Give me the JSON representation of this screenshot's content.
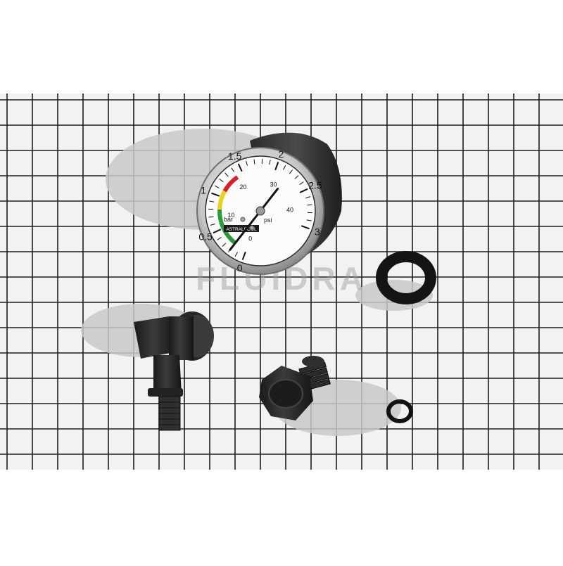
{
  "photo": {
    "watermark": "FLUIDRA",
    "background": "#ffffff",
    "grid_color": "#1e1e1e"
  },
  "gauge": {
    "bar_scale": [
      "0",
      "0.5",
      "1",
      "1.5",
      "2",
      "2.5",
      "3"
    ],
    "psi_scale": [
      "0",
      "10",
      "20",
      "30",
      "40"
    ],
    "bar_unit": "bar",
    "psi_unit": "psi",
    "brand": "ASTRALPOOL",
    "zone_colors": [
      "#2a9a3a",
      "#e8d21a",
      "#d8202a"
    ],
    "needle_level_bar": 0.2
  },
  "parts": {
    "large_seal": "large-o-ring",
    "small_seal": "small-o-ring",
    "elbow": "elbow-adapter",
    "valve": "bleed-valve"
  }
}
